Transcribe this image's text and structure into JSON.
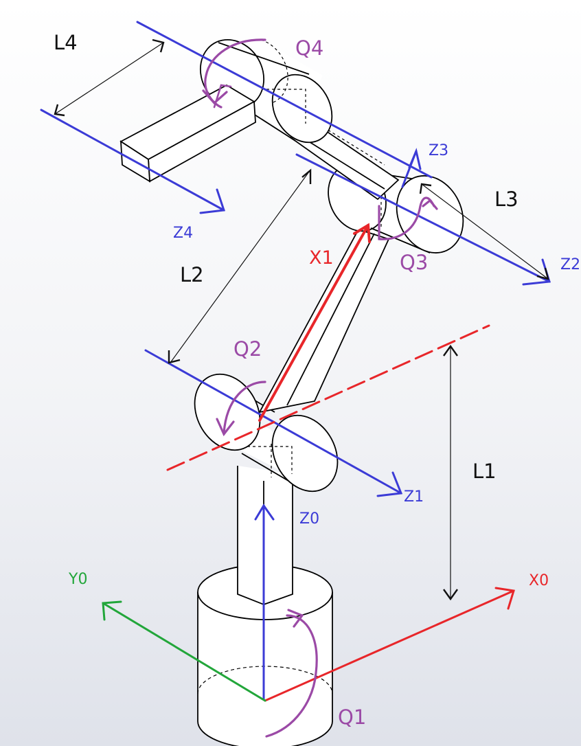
{
  "diagram": {
    "labels": {
      "L1": "L1",
      "L2": "L2",
      "L3": "L3",
      "L4": "L4",
      "Q1": "Q1",
      "Q2": "Q2",
      "Q3": "Q3",
      "Q4": "Q4",
      "Z0": "Z0",
      "Z1": "Z1",
      "Z2": "Z2",
      "Z3": "Z3",
      "Z4": "Z4",
      "X0": "X0",
      "Y0": "Y0",
      "X1": "X1"
    },
    "colors": {
      "z_axis": "#3b3bd6",
      "x_axis": "#e8262a",
      "y_axis": "#22a63a",
      "rotation": "#9b4aa6",
      "body_outline": "#000000",
      "background_top": "#ffffff",
      "background_bottom": "#dde0e8"
    }
  }
}
